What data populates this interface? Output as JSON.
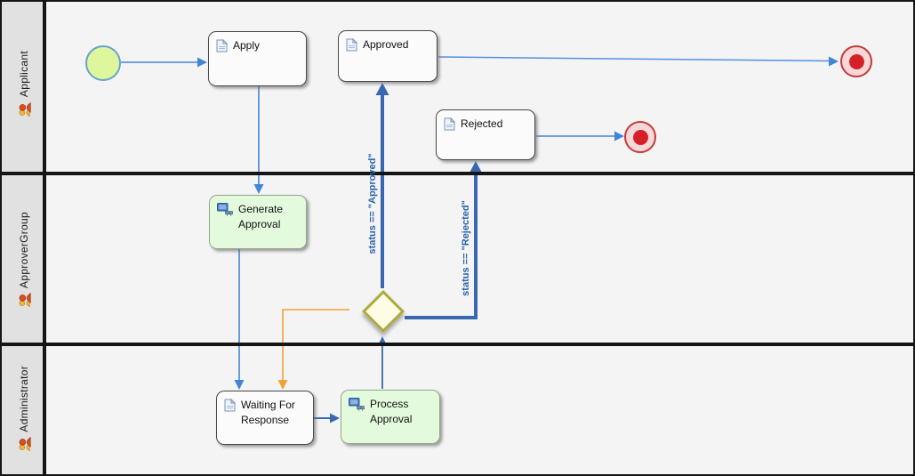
{
  "diagram": {
    "type": "bpmn-swimlane-workflow",
    "lanes": [
      {
        "label": "Applicant",
        "icon": "group-icon"
      },
      {
        "label": "ApproverGroup",
        "icon": "group-icon"
      },
      {
        "label": "Administrator",
        "icon": "group-icon"
      }
    ],
    "nodes": {
      "start_event": {
        "type": "start-event"
      },
      "apply": {
        "label": "Apply",
        "icon": "document-icon"
      },
      "approved": {
        "label": "Approved",
        "icon": "document-icon"
      },
      "rejected": {
        "label": "Rejected",
        "icon": "document-icon"
      },
      "generate_approval": {
        "label": "Generate Approval",
        "icon": "service-task-icon"
      },
      "waiting_for_response": {
        "label": "Waiting For Response",
        "icon": "document-icon"
      },
      "process_approval": {
        "label": "Process Approval",
        "icon": "service-task-icon"
      },
      "end_event_approved": {
        "type": "end-event"
      },
      "end_event_rejected": {
        "type": "end-event"
      }
    },
    "edge_labels": {
      "approved_condition": "status == \"Approved\"",
      "rejected_condition": "status == \"Rejected\""
    },
    "colors": {
      "flow_blue": "#3f7ac8",
      "decision_blue": "#3a68b0",
      "loop_orange": "#f0a13a",
      "task_green_fill": "#e3fbdc",
      "task_white_fill": "#fbfbfb",
      "gateway_fill": "#fdfce4",
      "gateway_border": "#a9ac3e",
      "start_fill": "#def79f",
      "start_border": "#68a2cc",
      "end_fill": "#f7d7d7",
      "end_border": "#c23b38",
      "end_inner": "#d52027",
      "lane_header_bg": "#e1e1e1",
      "lane_body_bg": "#f4f4f4",
      "condition_text": "#2a64ad"
    }
  }
}
